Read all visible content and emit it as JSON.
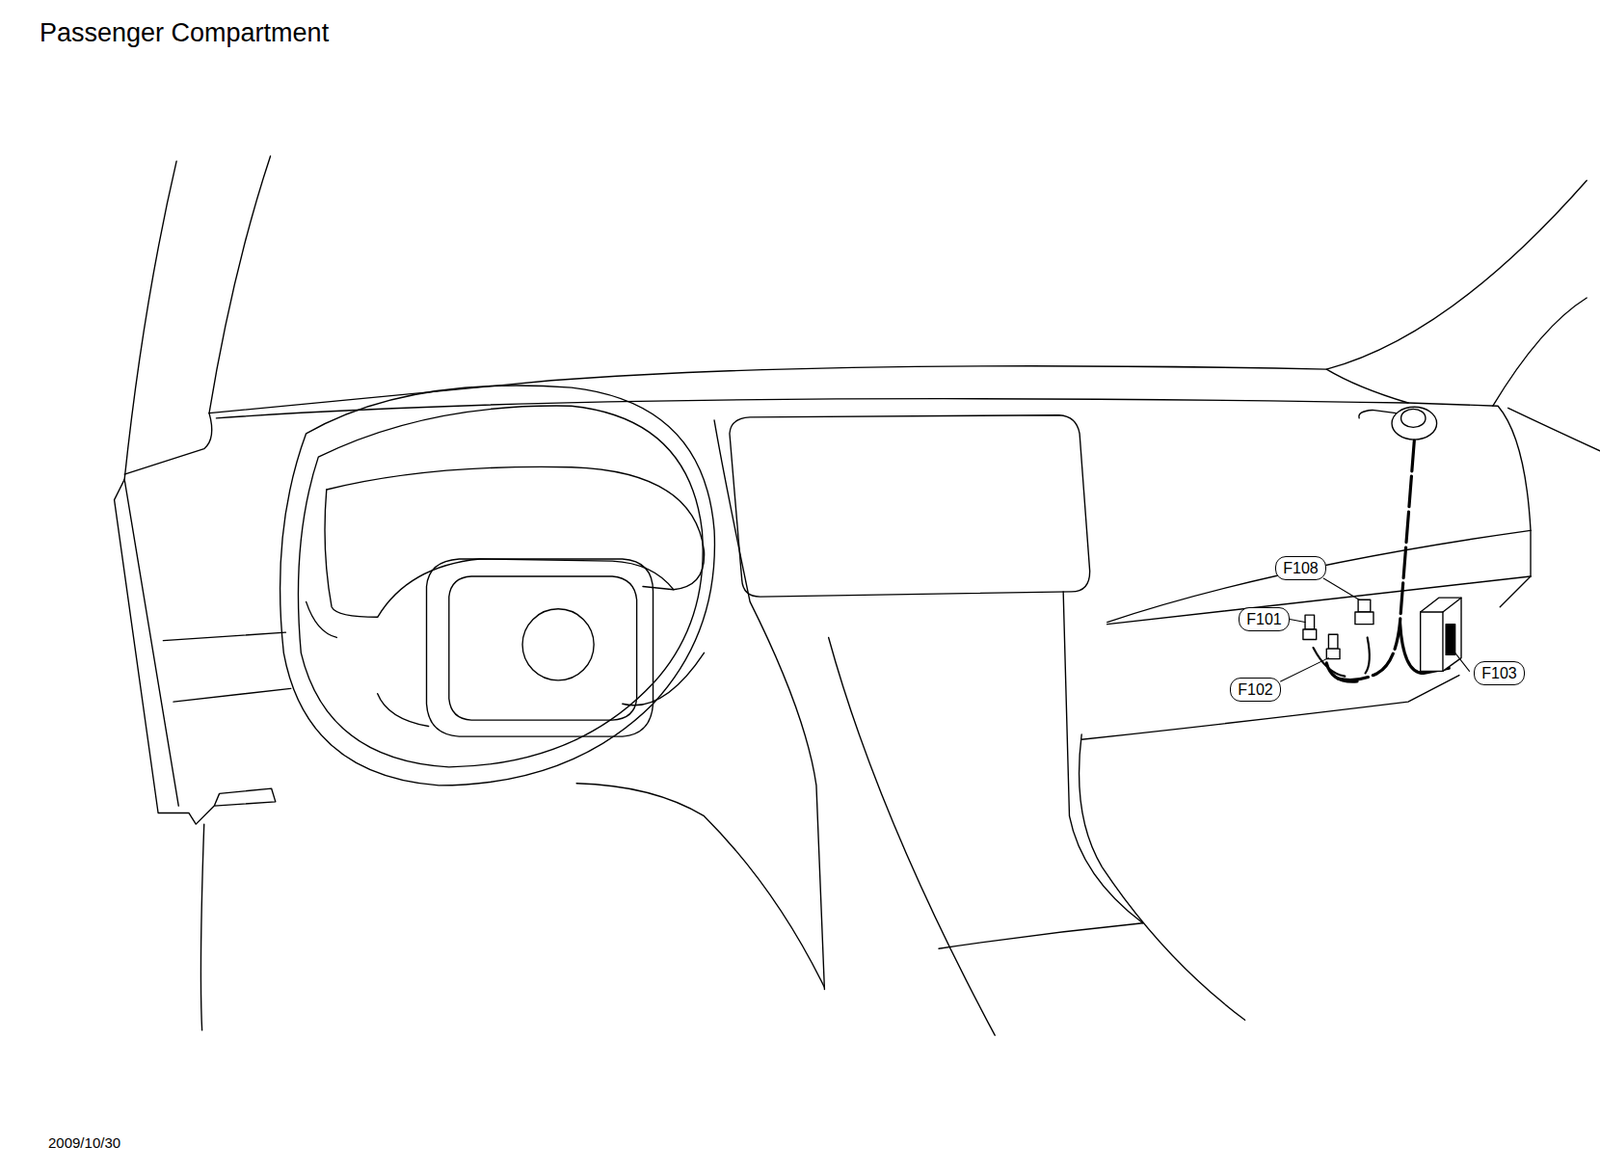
{
  "diagram": {
    "title": "Passenger Compartment",
    "nodes": [
      {
        "text": [
          "F108"
        ]
      },
      {
        "text": [
          "F101"
        ]
      },
      {
        "text": [
          "F103"
        ]
      },
      {
        "text": [
          "F102"
        ]
      }
    ],
    "edges": [],
    "labels": [
      "2009/10/30"
    ]
  }
}
